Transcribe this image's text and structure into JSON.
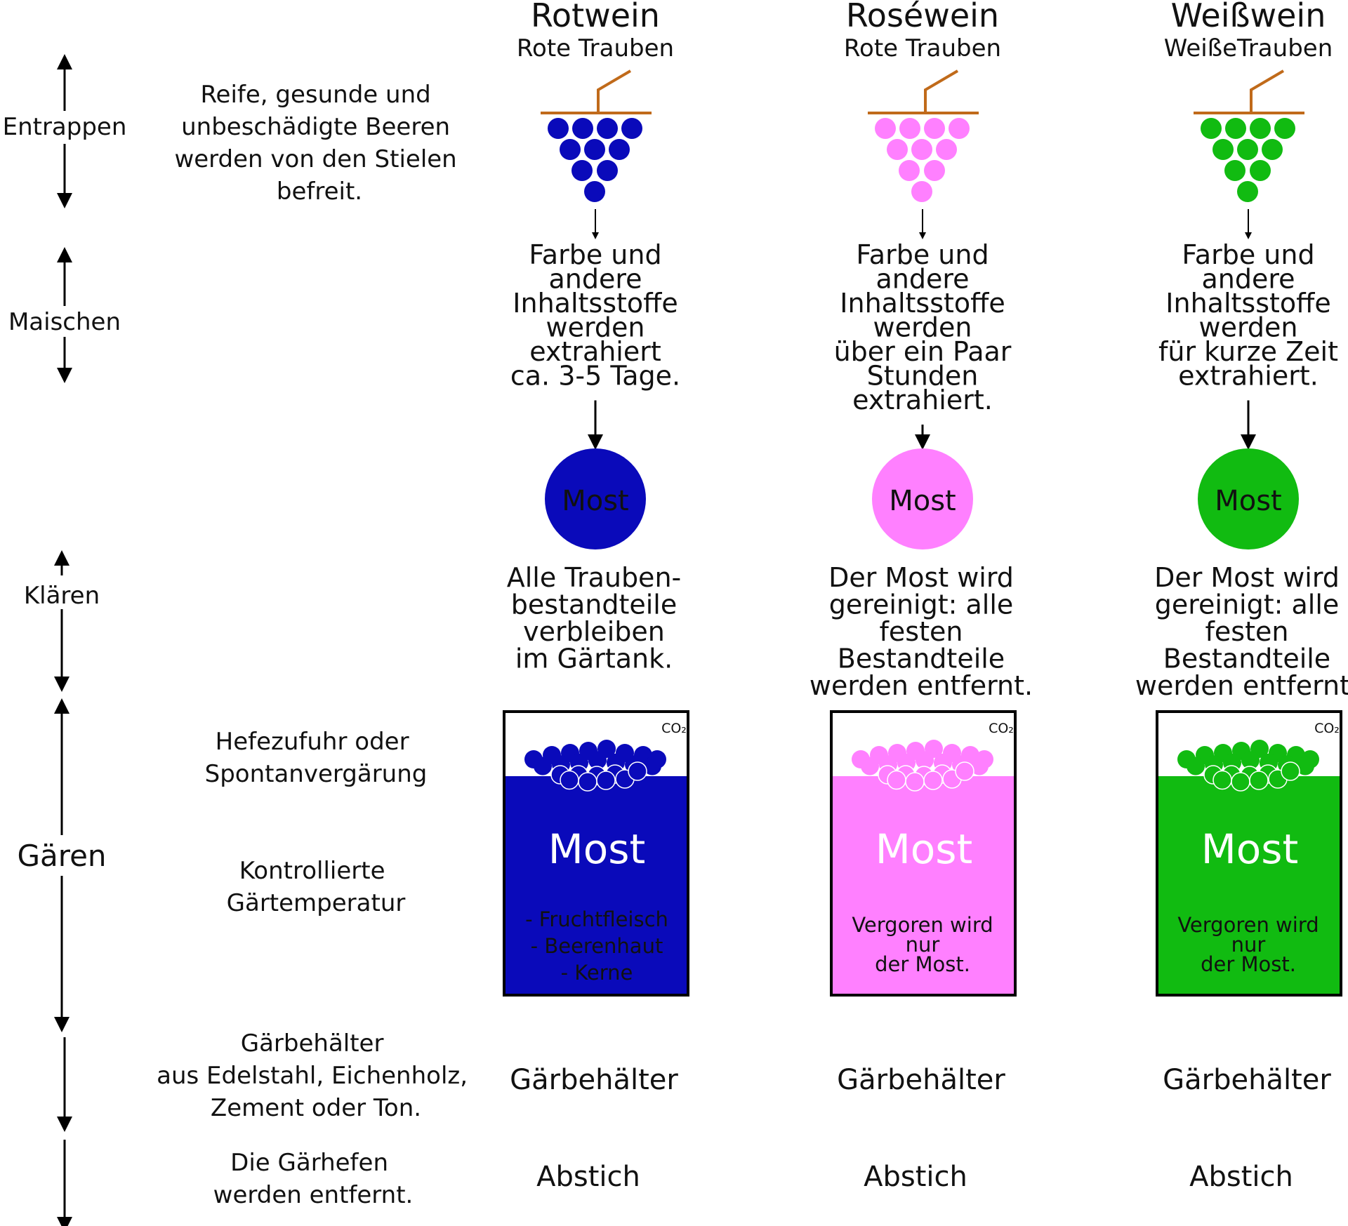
{
  "stages": {
    "entrappen": "Entrappen",
    "maischen": "Maischen",
    "klaeren": "Klären",
    "gaeren": "Gären"
  },
  "descriptions": {
    "entrappen": [
      "Reife, gesunde und",
      "unbeschädigte Beeren",
      "werden von den Stielen",
      "befreit."
    ],
    "gaeren_1": [
      "Hefezufuhr oder",
      "Spontanvergärung"
    ],
    "gaeren_2": [
      "Kontrollierte",
      "Gärtemperatur"
    ],
    "gaerbehaelter": [
      "Gärbehälter",
      "aus Edelstahl, Eichenholz,",
      "Zement oder Ton."
    ],
    "abstich": [
      "Die Gärhefen",
      "werden entfernt."
    ]
  },
  "wines": [
    {
      "title": "Rotwein",
      "subtitle": "Rote Trauben",
      "color": "#0a0aba",
      "maischen_text": [
        "Farbe und",
        "andere",
        "Inhaltsstoffe",
        "werden",
        "extrahiert",
        "ca. 3-5 Tage."
      ],
      "most_label": "Most",
      "klaeren_text": [
        "Alle Trauben-",
        "bestandteile",
        "verbleiben",
        "im Gärtank."
      ],
      "tank_label": "Most",
      "tank_text": [
        "- Fruchtfleisch",
        "- Beerenhaut",
        "- Kerne"
      ],
      "tank_text_color": "#ffffff",
      "co2": "CO₂",
      "gaerbehaelter": "Gärbehälter",
      "abstich": "Abstich"
    },
    {
      "title": "Roséwein",
      "subtitle": "Rote Trauben",
      "color": "#ff80ff",
      "maischen_text": [
        "Farbe und",
        "andere",
        "Inhaltsstoffe",
        "werden",
        "über ein Paar",
        "Stunden",
        "extrahiert."
      ],
      "most_label": "Most",
      "klaeren_text": [
        "Der Most wird",
        "gereinigt: alle",
        "festen",
        "Bestandteile",
        "werden entfernt."
      ],
      "tank_label": "Most",
      "tank_text": [
        "Vergoren wird",
        "nur",
        "der Most."
      ],
      "tank_text_color": "#111111",
      "co2": "CO₂",
      "gaerbehaelter": "Gärbehälter",
      "abstich": "Abstich"
    },
    {
      "title": "Weißwein",
      "subtitle": "WeißeTrauben",
      "color": "#11bb11",
      "maischen_text": [
        "Farbe und",
        "andere",
        "Inhaltsstoffe",
        "werden",
        "für kurze Zeit",
        "extrahiert."
      ],
      "most_label": "Most",
      "klaeren_text": [
        "Der Most wird",
        "gereinigt: alle",
        "festen",
        "Bestandteile",
        "werden entfernt."
      ],
      "tank_label": "Most",
      "tank_text": [
        "Vergoren wird",
        "nur",
        "der Most."
      ],
      "tank_text_color": "#111111",
      "co2": "CO₂",
      "gaerbehaelter": "Gärbehälter",
      "abstich": "Abstich"
    }
  ],
  "colors": {
    "stem": "#c06a1a",
    "text": "#111111",
    "tank_border": "#000000"
  }
}
